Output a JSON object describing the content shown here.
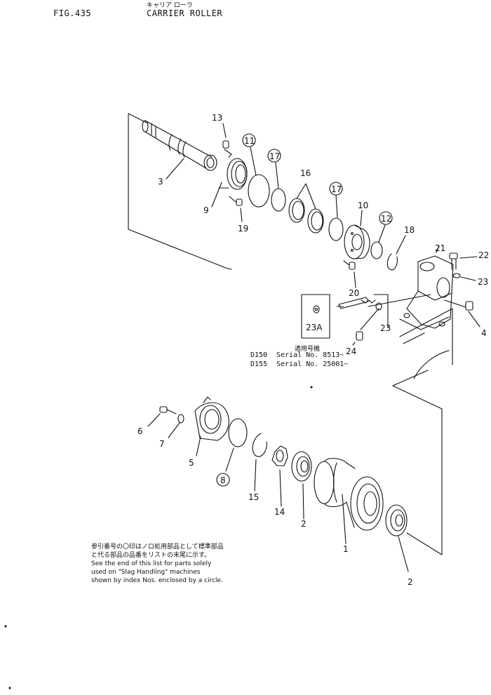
{
  "header": {
    "fig": "FIG.435",
    "title_jp": "キャリア ローラ",
    "title_en": "CARRIER ROLLER"
  },
  "serials": {
    "heading_jp": "適用号機",
    "d150_model": "D150",
    "d150_serial": "Serial No. 8513~",
    "d155_model": "D155",
    "d155_serial": "Serial No. 25001~"
  },
  "note": {
    "jp_line1": "参引番号の〇印はノロ処用部品として標準部品",
    "jp_line2": "と代る部品の品番をリストの末尾に示す。",
    "en_line1": "See the end of this list for parts solely",
    "en_line2": "used on \"Slag Handling\" machines",
    "en_line3": "shown by index Nos. enclosed by a circle."
  },
  "callouts": [
    {
      "id": "c13",
      "text": "13",
      "circled": false
    },
    {
      "id": "c11",
      "text": "11",
      "circled": true
    },
    {
      "id": "c17a",
      "text": "17",
      "circled": true
    },
    {
      "id": "c16",
      "text": "16",
      "circled": false
    },
    {
      "id": "c17b",
      "text": "17",
      "circled": true
    },
    {
      "id": "c3",
      "text": "3",
      "circled": false
    },
    {
      "id": "c9",
      "text": "9",
      "circled": false
    },
    {
      "id": "c19",
      "text": "19",
      "circled": false
    },
    {
      "id": "c10",
      "text": "10",
      "circled": false
    },
    {
      "id": "c12",
      "text": "12",
      "circled": true
    },
    {
      "id": "c18",
      "text": "18",
      "circled": false
    },
    {
      "id": "c21",
      "text": "21",
      "circled": false
    },
    {
      "id": "c22",
      "text": "22",
      "circled": false
    },
    {
      "id": "c23a",
      "text": "23",
      "circled": false
    },
    {
      "id": "c4",
      "text": "4",
      "circled": false
    },
    {
      "id": "c20",
      "text": "20",
      "circled": false
    },
    {
      "id": "c23A",
      "text": "23A",
      "circled": false
    },
    {
      "id": "c23b",
      "text": "23",
      "circled": false
    },
    {
      "id": "c24",
      "text": "24",
      "circled": false
    },
    {
      "id": "c6",
      "text": "6",
      "circled": false
    },
    {
      "id": "c7",
      "text": "7",
      "circled": false
    },
    {
      "id": "c5",
      "text": "5",
      "circled": false
    },
    {
      "id": "c8",
      "text": "8",
      "circled": true
    },
    {
      "id": "c15",
      "text": "15",
      "circled": false
    },
    {
      "id": "c14",
      "text": "14",
      "circled": false
    },
    {
      "id": "c2a",
      "text": "2",
      "circled": false
    },
    {
      "id": "c1",
      "text": "1",
      "circled": false
    },
    {
      "id": "c2b",
      "text": "2",
      "circled": false
    }
  ]
}
